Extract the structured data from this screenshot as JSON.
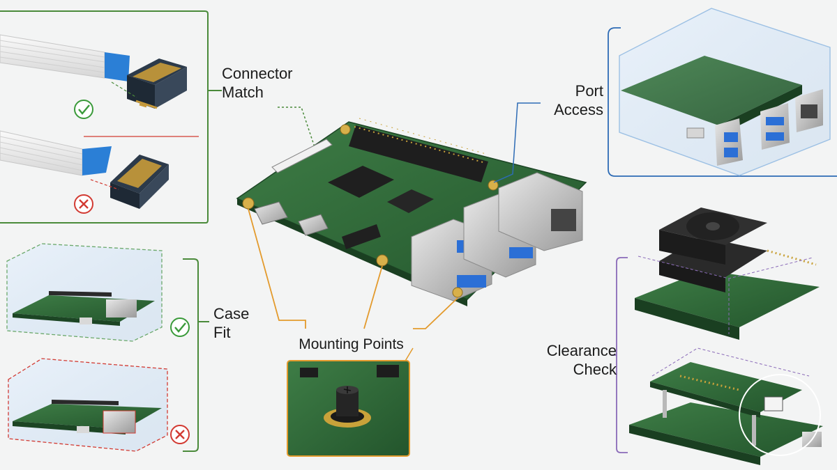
{
  "labels": {
    "connector_match": [
      "Connector",
      "Match"
    ],
    "port_access": [
      "Port",
      "Access"
    ],
    "case_fit": [
      "Case",
      "Fit"
    ],
    "mounting_points": "Mounting Points",
    "clearance_check": [
      "Clearance",
      "Check"
    ]
  },
  "status_marks": {
    "connector_top": "check",
    "connector_bottom": "cross",
    "case_top": "check",
    "case_bottom": "cross"
  },
  "colors": {
    "connector_bracket": "#4a8a3a",
    "port_bracket": "#2d6bb5",
    "case_bracket": "#4a8a3a",
    "mounting_lines": "#e39a2c",
    "clearance_bracket": "#8a6ab8",
    "ok": "#3a9a3a",
    "bad": "#d23a32",
    "pcb": "#2f6b3a"
  }
}
